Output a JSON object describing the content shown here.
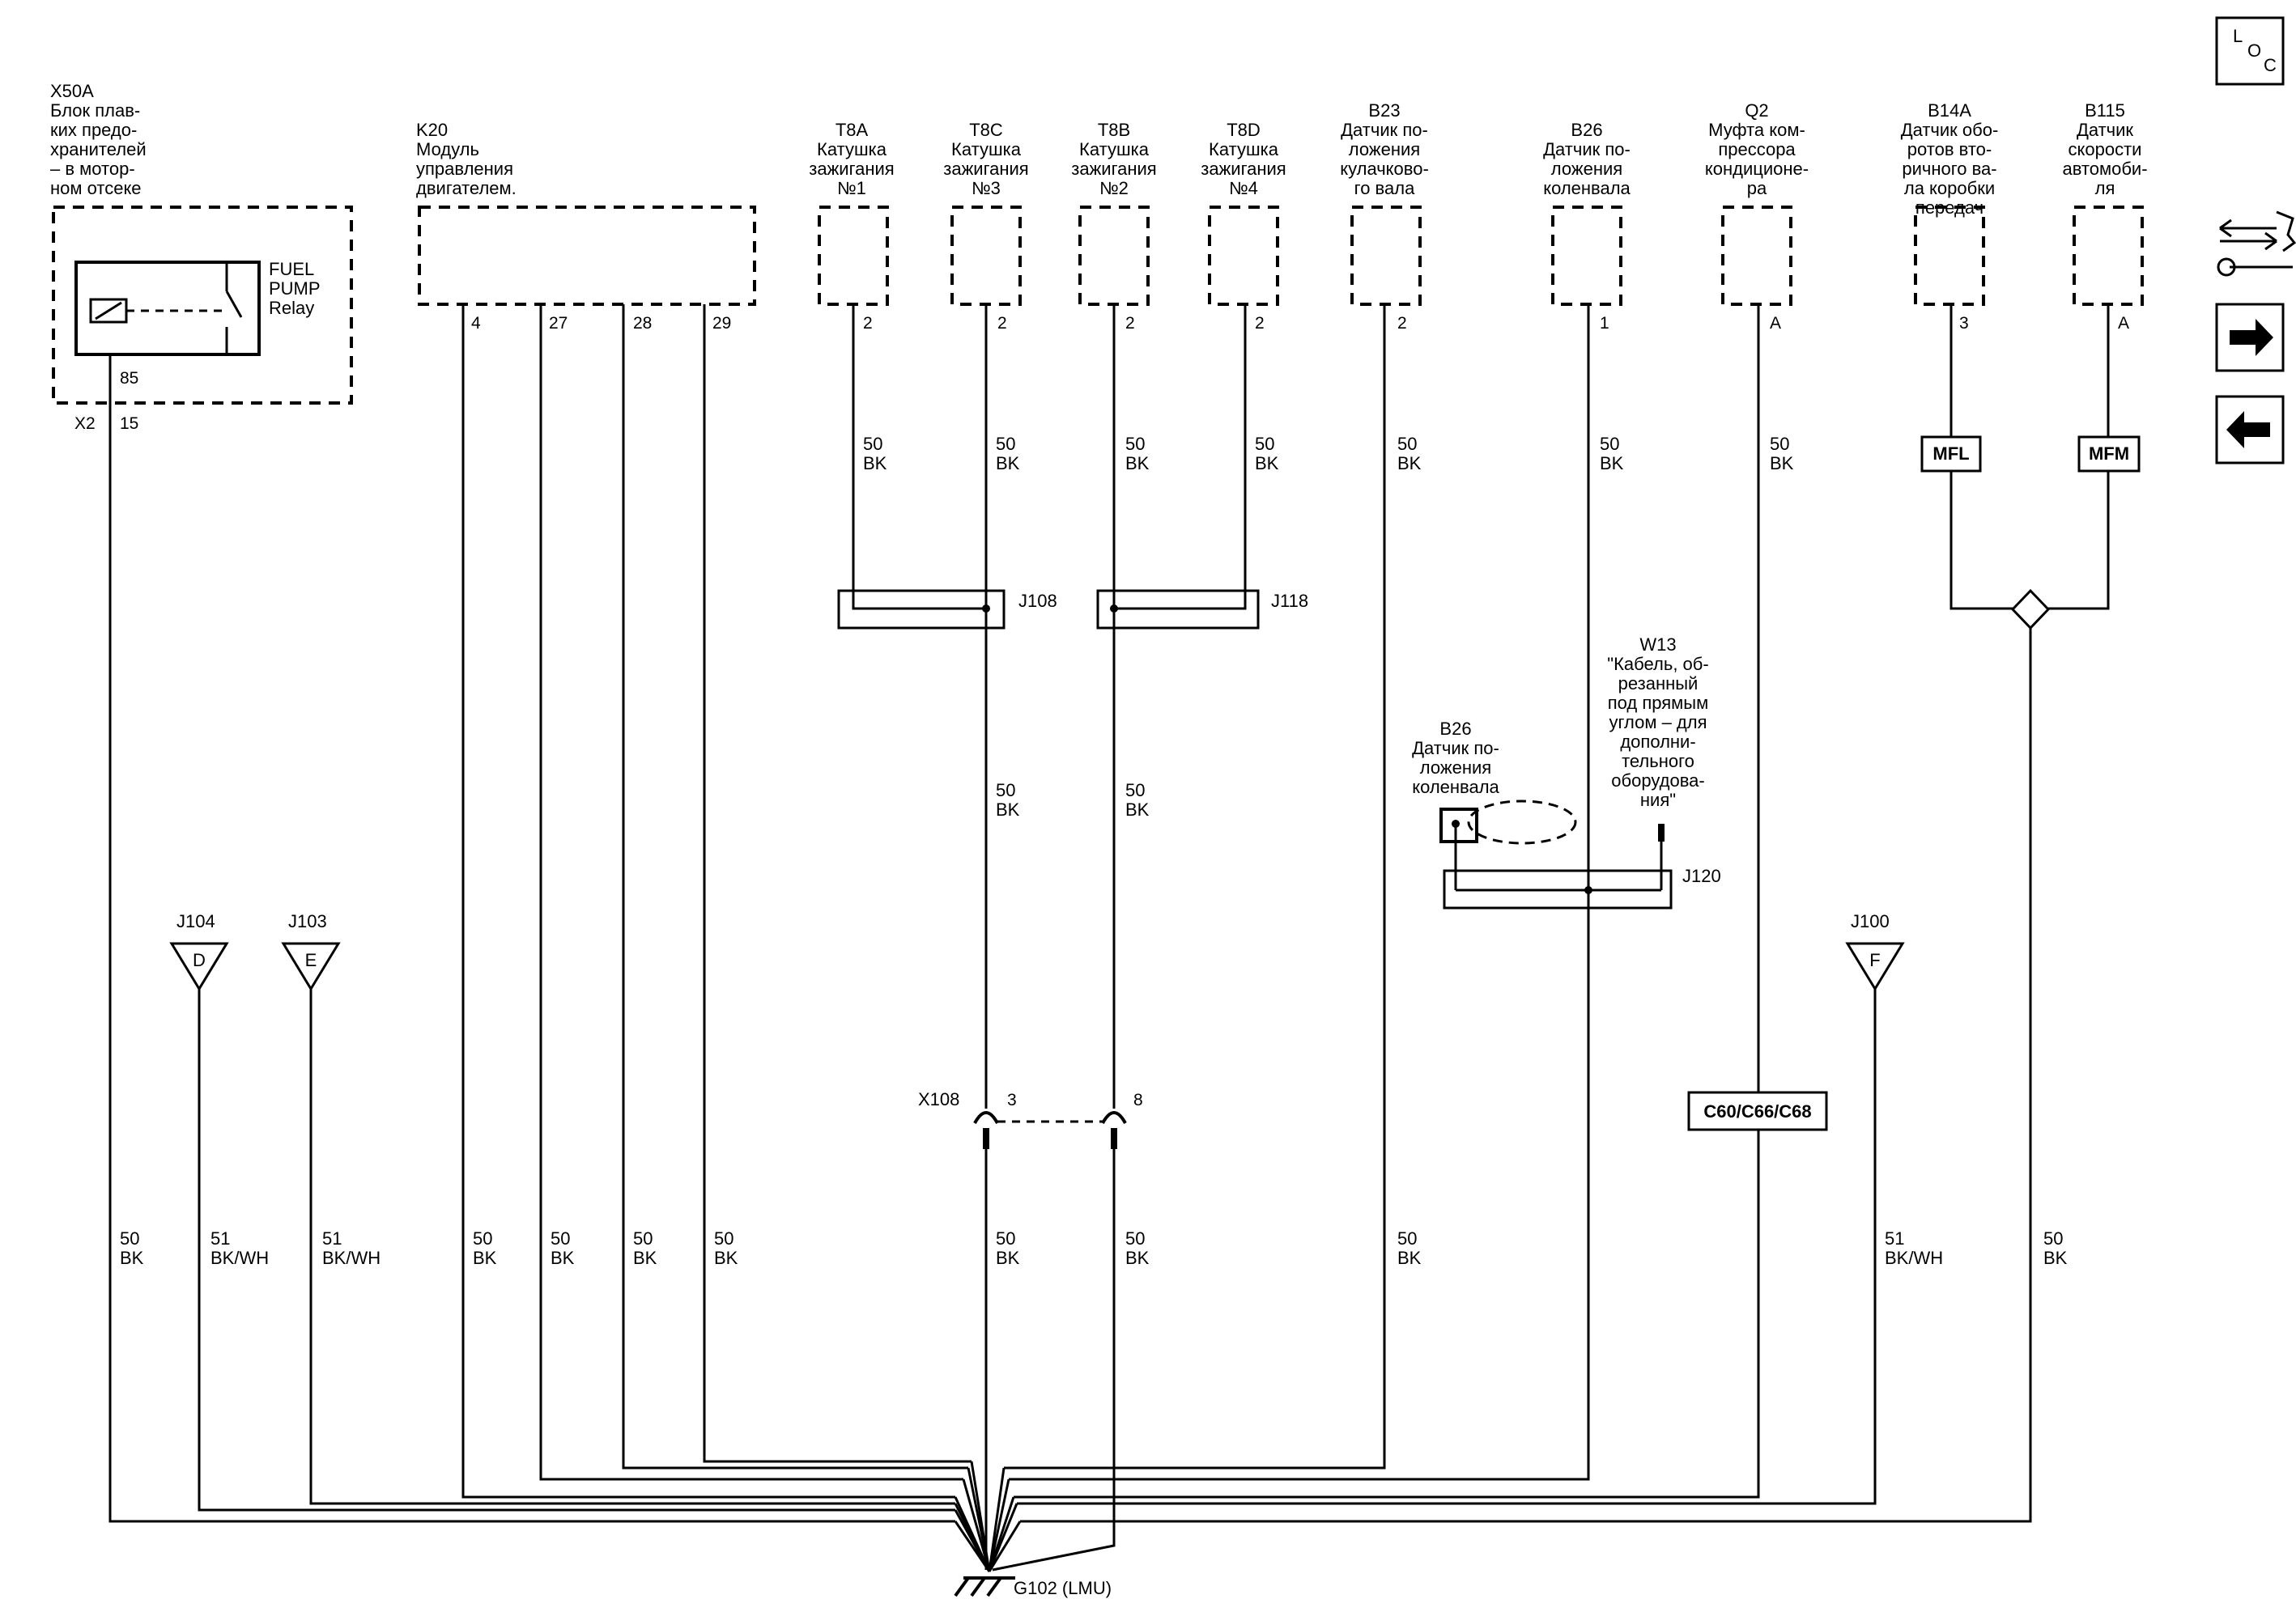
{
  "nav": {
    "loc_label": "L",
    "loc_sub1": "O",
    "loc_sub2": "C"
  },
  "components": {
    "x50a": {
      "id": "X50A",
      "l1": "Блок плав-",
      "l2": "ких предо-",
      "l3": "хранителей",
      "l4": "– в мотор-",
      "l5": "ном отсеке"
    },
    "relay": {
      "l1": "FUEL",
      "l2": "PUMP",
      "l3": "Relay",
      "pin": "85"
    },
    "x2": {
      "id": "X2",
      "pin": "15"
    },
    "k20": {
      "id": "K20",
      "l1": "Модуль",
      "l2": "управления",
      "l3": "двигателем.",
      "p1": "4",
      "p2": "27",
      "p3": "28",
      "p4": "29"
    },
    "t8a": {
      "id": "T8A",
      "l1": "Катушка",
      "l2": "зажигания",
      "l3": "№1",
      "pin": "2"
    },
    "t8c": {
      "id": "T8C",
      "l1": "Катушка",
      "l2": "зажигания",
      "l3": "№3",
      "pin": "2"
    },
    "t8b": {
      "id": "T8B",
      "l1": "Катушка",
      "l2": "зажигания",
      "l3": "№2",
      "pin": "2"
    },
    "t8d": {
      "id": "T8D",
      "l1": "Катушка",
      "l2": "зажигания",
      "l3": "№4",
      "pin": "2"
    },
    "b23": {
      "id": "B23",
      "l1": "Датчик по-",
      "l2": "ложения",
      "l3": "кулачково-",
      "l4": "го вала",
      "pin": "2"
    },
    "b26": {
      "id": "B26",
      "l1": "Датчик по-",
      "l2": "ложения",
      "l3": "коленвала",
      "pin": "1"
    },
    "q2": {
      "id": "Q2",
      "l1": "Муфта ком-",
      "l2": "прессора",
      "l3": "кондиционе-",
      "l4": "ра",
      "pin": "A"
    },
    "b14a": {
      "id": "B14A",
      "l1": "Датчик обо-",
      "l2": "ротов вто-",
      "l3": "ричного ва-",
      "l4": "ла коробки",
      "l5": "передач",
      "pin": "3"
    },
    "b115": {
      "id": "B115",
      "l1": "Датчик",
      "l2": "скорости",
      "l3": "автомоби-",
      "l4": "ля",
      "pin": "A"
    },
    "b26b": {
      "id": "B26",
      "l1": "Датчик по-",
      "l2": "ложения",
      "l3": "коленвала"
    },
    "w13": {
      "id": "W13",
      "l1": "\"Кабель, об-",
      "l2": "резанный",
      "l3": "под прямым",
      "l4": "углом – для",
      "l5": "дополни-",
      "l6": "тельного",
      "l7": "оборудова-",
      "l8": "ния\""
    }
  },
  "splices": {
    "j108": "J108",
    "j118": "J118",
    "j120": "J120"
  },
  "refs": {
    "j104": {
      "id": "J104",
      "letter": "D"
    },
    "j103": {
      "id": "J103",
      "letter": "E"
    },
    "j100": {
      "id": "J100",
      "letter": "F"
    }
  },
  "connector": {
    "id": "X108",
    "p1": "3",
    "p2": "8"
  },
  "boxes": {
    "mfl": "MFL",
    "mfm": "MFM",
    "cgroup": "C60/C66/C68"
  },
  "ground": "G102 (LMU)",
  "wires": {
    "g50": "50",
    "g51": "51",
    "bk": "BK",
    "bkwh": "BK/WH"
  }
}
